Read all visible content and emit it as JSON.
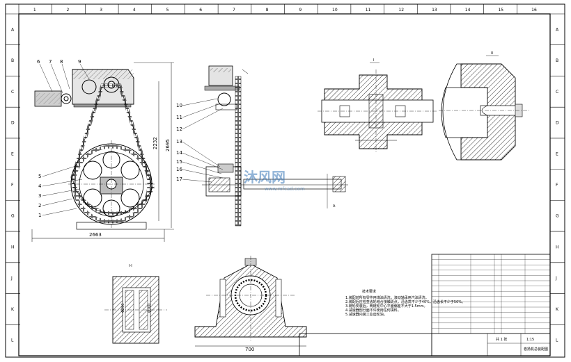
{
  "columns": [
    "1",
    "2",
    "3",
    "4",
    "5",
    "6",
    "7",
    "8",
    "9",
    "10",
    "11",
    "12",
    "13",
    "14",
    "15",
    "16"
  ],
  "rows": [
    "A",
    "B",
    "C",
    "D",
    "E",
    "F",
    "G",
    "H",
    "J",
    "K",
    "L"
  ],
  "part_labels_top": [
    "6",
    "7",
    "8",
    "9"
  ],
  "part_labels_left": [
    "5",
    "4",
    "3",
    "2",
    "1"
  ],
  "part_labels_side": [
    "10",
    "11",
    "12",
    "13",
    "14",
    "15",
    "16",
    "17"
  ],
  "dims": {
    "height_total": "2695",
    "height_upper": "2232",
    "width_base": "2663",
    "bearing_width": "700",
    "section_dia_1": "Φ290",
    "section_dia_2": "Φ200"
  },
  "notes_title": "技术要求",
  "notes": [
    "1.装配前所有零件用煤油清洗，滚动轴承用汽油清洗。",
    "2.装配后应检查齿轮啮合接触斑点，沿齿高不少于40%，沿齿长不少于50%。",
    "3.链轮安装后，两链轮中心平面偏差不大于1.5mm。",
    "4.减速器剖分面不许使用任何填料。",
    "5.减速器内装工业齿轮油。"
  ],
  "title_block": {
    "drawing_name": "卷扬机总装配图",
    "scale": "1:15",
    "sheet": "共 1 张"
  },
  "watermark": "沐风网",
  "watermark_url": "www.mfcad.com"
}
